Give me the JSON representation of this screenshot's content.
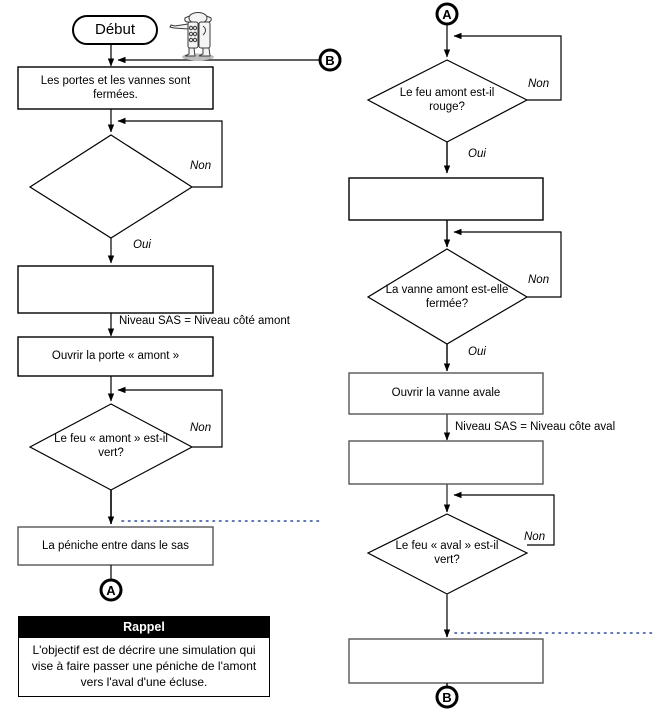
{
  "diagram": {
    "title": "Organigramme de fonctionnement d'une ecluse",
    "type": "flowchart",
    "language": "fr",
    "colors": {
      "stroke": "#000000",
      "background": "#ffffff",
      "note_header_bg": "#000000",
      "note_header_text": "#ffffff",
      "dotted_line": "#2b4a9b"
    }
  },
  "left_column": {
    "start": {
      "label": "Début",
      "shape": "rounded-rectangle"
    },
    "nodes": [
      {
        "id": "L1",
        "shape": "rectangle",
        "text": "Les portes et les vannes sont fermées."
      },
      {
        "id": "L2",
        "shape": "diamond",
        "text": ""
      },
      {
        "id": "L3",
        "shape": "rectangle",
        "text": ""
      },
      {
        "id": "L4",
        "shape": "rectangle",
        "text": "Ouvrir la porte « amont »"
      },
      {
        "id": "L5",
        "shape": "diamond",
        "text": "Le feu « amont » est-il vert?"
      },
      {
        "id": "L6",
        "shape": "rectangle",
        "text": "La péniche entre dans le sas"
      }
    ],
    "edge_labels": [
      {
        "id": "L2-non",
        "text": "Non"
      },
      {
        "id": "L2-oui",
        "text": "Oui"
      },
      {
        "id": "L5-non",
        "text": "Non"
      }
    ],
    "flow_labels": [
      {
        "id": "L3-L4",
        "text": "Niveau SAS = Niveau côté amont"
      }
    ],
    "connectors": [
      {
        "id": "conn-B-in",
        "letter": "B",
        "position": "top-right"
      },
      {
        "id": "conn-A-out",
        "letter": "A",
        "position": "bottom"
      }
    ]
  },
  "right_column": {
    "nodes": [
      {
        "id": "R1",
        "shape": "diamond",
        "text": "Le feu amont est-il rouge?"
      },
      {
        "id": "R2",
        "shape": "rectangle",
        "text": ""
      },
      {
        "id": "R3",
        "shape": "diamond",
        "text": "La vanne amont est-elle fermée?"
      },
      {
        "id": "R4",
        "shape": "rectangle",
        "text": "Ouvrir la vanne avale"
      },
      {
        "id": "R5",
        "shape": "rectangle",
        "text": ""
      },
      {
        "id": "R6",
        "shape": "diamond",
        "text": "Le feu « aval » est-il vert?"
      },
      {
        "id": "R7",
        "shape": "rectangle",
        "text": ""
      }
    ],
    "edge_labels": [
      {
        "id": "R1-non",
        "text": "Non"
      },
      {
        "id": "R1-oui",
        "text": "Oui"
      },
      {
        "id": "R3-non",
        "text": "Non"
      },
      {
        "id": "R3-oui",
        "text": "Oui"
      },
      {
        "id": "R6-non",
        "text": "Non"
      }
    ],
    "flow_labels": [
      {
        "id": "R4-R5",
        "text": "Niveau SAS = Niveau côte aval"
      }
    ],
    "connectors": [
      {
        "id": "conn-A-in",
        "letter": "A",
        "position": "top"
      },
      {
        "id": "conn-B-out",
        "letter": "B",
        "position": "bottom"
      }
    ]
  },
  "note": {
    "header": "Rappel",
    "body": "L'objectif est de décrire une simulation qui vise à faire passer une péniche de l'amont vers l'aval d'une écluse."
  },
  "mascot": {
    "name": "pointing-character-icon",
    "description": "Personnage de bande dessinée avec chapeau pointant vers la gauche"
  }
}
